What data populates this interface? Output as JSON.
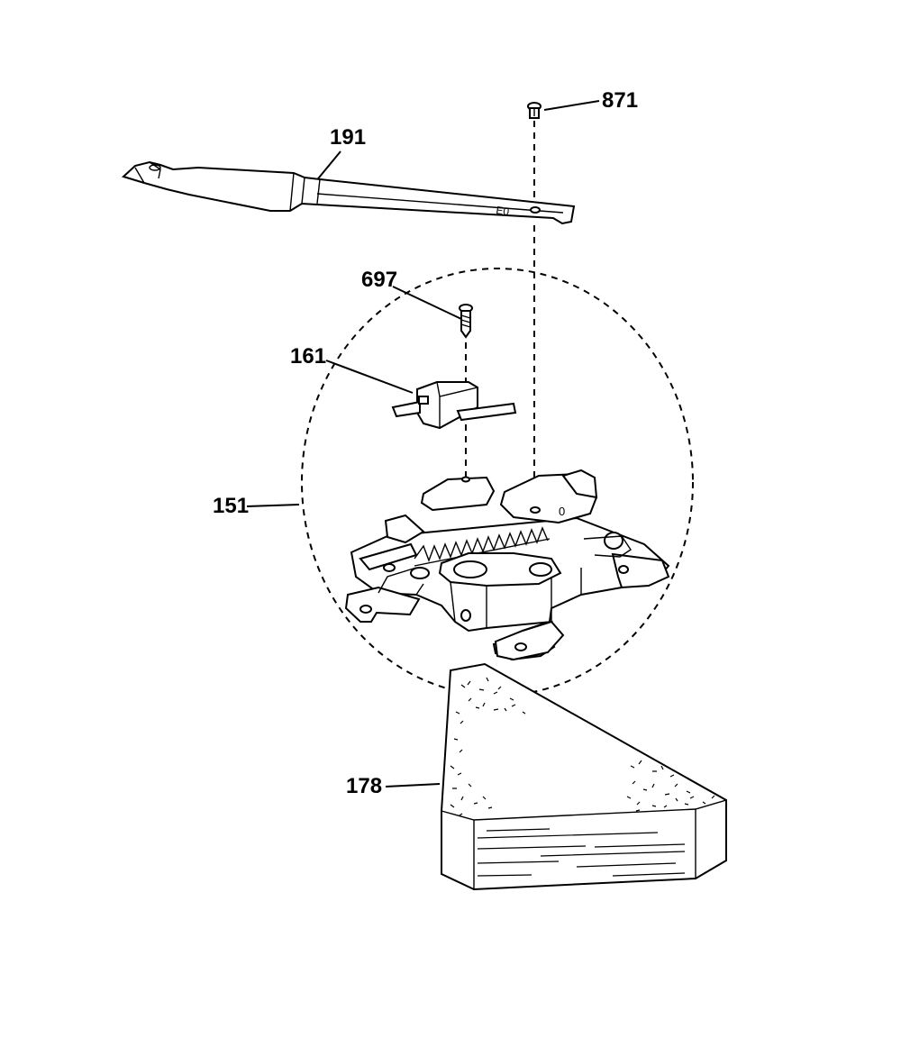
{
  "callouts": [
    {
      "id": "871",
      "text": "871"
    },
    {
      "id": "191",
      "text": "191"
    },
    {
      "id": "697",
      "text": "697"
    },
    {
      "id": "161",
      "text": "161"
    },
    {
      "id": "151",
      "text": "151"
    },
    {
      "id": "178",
      "text": "178"
    }
  ],
  "colors": {
    "ink": "#000000",
    "paper": "#ffffff"
  }
}
